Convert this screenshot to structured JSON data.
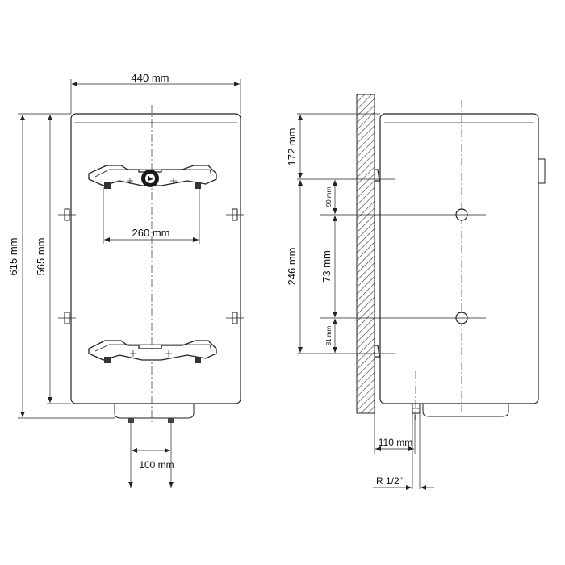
{
  "front_view": {
    "width": "440 mm",
    "bracket_spacing": "260 mm",
    "total_height": "615 mm",
    "body_height": "565 mm",
    "pipe_spacing": "100 mm"
  },
  "side_view": {
    "top_offset": "172 mm",
    "mount_height": "246 mm",
    "upper_gap": "90 mm",
    "middle_gap": "73 mm",
    "lower_gap": "81 mm",
    "pipe_offset": "110 mm",
    "thread": "R 1/2\""
  },
  "colors": {
    "line": "#222222",
    "background": "#ffffff"
  }
}
